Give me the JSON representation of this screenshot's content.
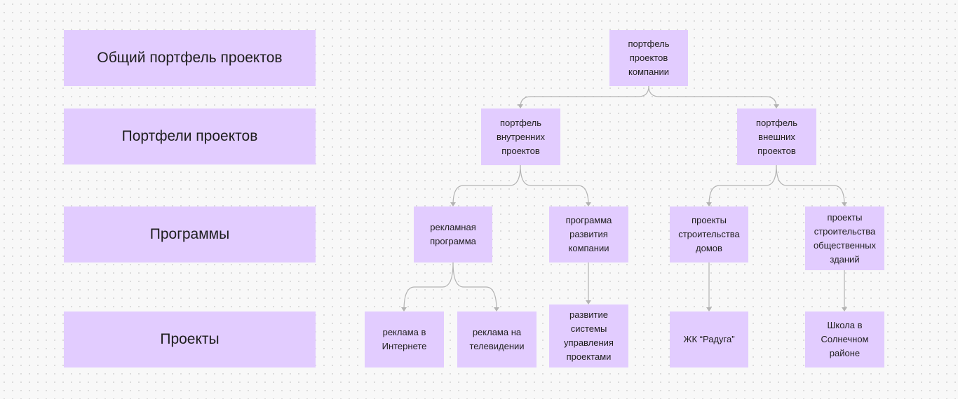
{
  "levels": [
    {
      "label": "Общий портфель проектов"
    },
    {
      "label": "Портфели проектов"
    },
    {
      "label": "Программы"
    },
    {
      "label": "Проекты"
    }
  ],
  "nodes": {
    "company_portfolio": "портфель\nпроектов\nкомпании",
    "internal_portfolio": "портфель\nвнутренних\nпроектов",
    "external_portfolio": "портфель\nвнешних\nпроектов",
    "ad_program": "рекламная\nпрограмма",
    "dev_program": "программа\nразвития\nкомпании",
    "housing_projects": "проекты\nстроительства\nдомов",
    "public_buildings": "проекты\nстроительства\nобщественных\nзданий",
    "internet_ad": "реклама в\nИнтернете",
    "tv_ad": "реклама на\nтелевидении",
    "pm_system": "развитие\nсистемы\nуправления\nпроектами",
    "raduga": "ЖК “Радуга”",
    "school": "Школа в\nСолнечном\nрайоне"
  },
  "colors": {
    "box_fill": "#e2ccff",
    "connector": "#b3b3b3",
    "text": "#1e1e1e"
  }
}
